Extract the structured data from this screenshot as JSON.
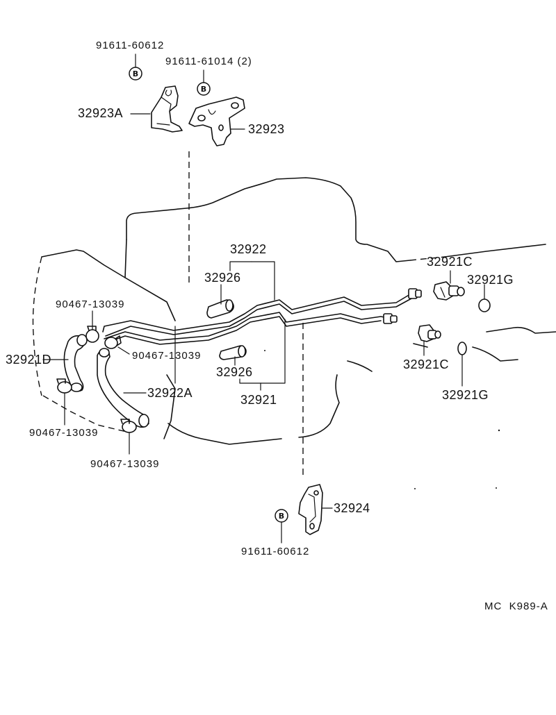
{
  "labels": {
    "bolt_top_left": "91611-60612",
    "bolt_top_right": "91611-61014 (2)",
    "bracket_left": "32923A",
    "bracket_right": "32923",
    "pipe_group_top": "32922",
    "sleeve_top": "32926",
    "union_top": "32921C",
    "gasket_top": "32921G",
    "clamp_upper_left": "90467-13039",
    "clamp_mid": "90467-13039",
    "hose_left": "32921D",
    "hose_mid": "32922A",
    "sleeve_bottom": "32926",
    "pipe_group_bottom": "32921",
    "union_bottom": "32921C",
    "gasket_bottom": "32921G",
    "clamp_lower_left": "90467-13039",
    "clamp_lower_mid": "90467-13039",
    "bracket_bottom": "32924",
    "bolt_bottom": "91611-60612",
    "diagram_code": "MC  K989-A"
  },
  "bolt_marker": "B"
}
